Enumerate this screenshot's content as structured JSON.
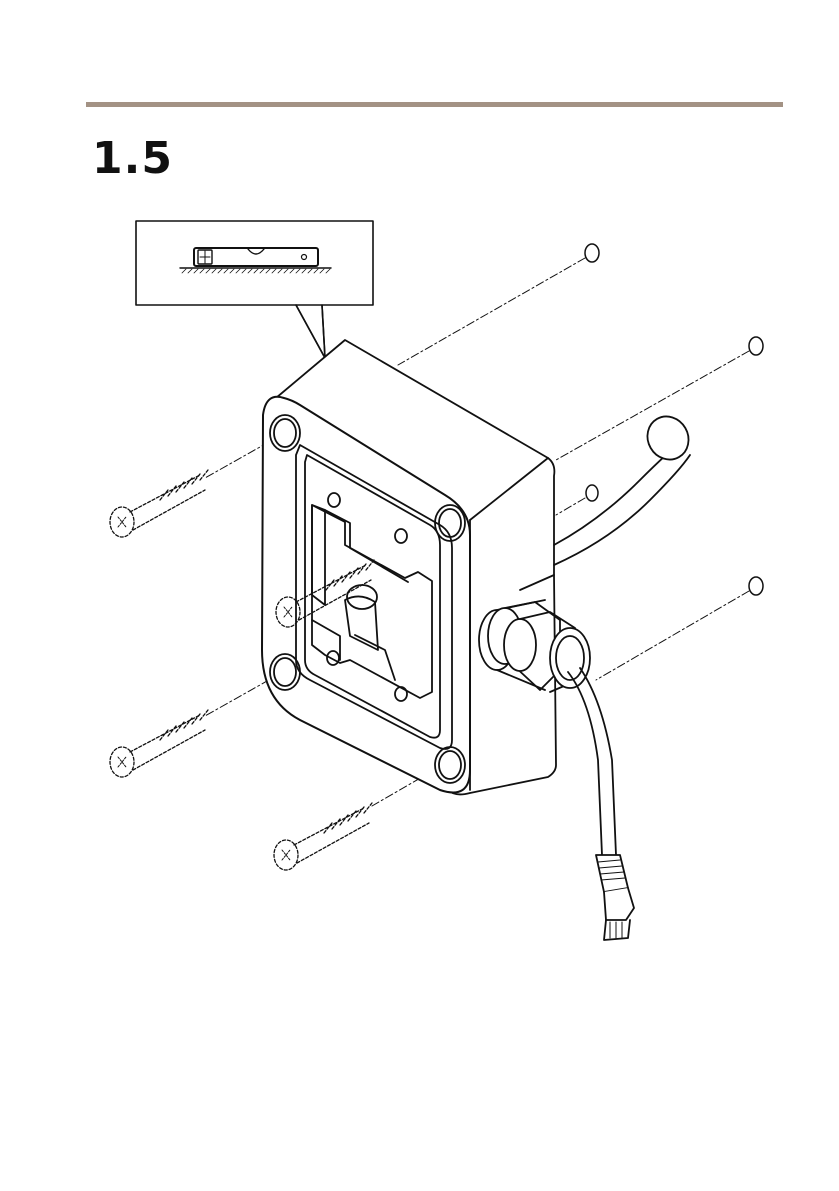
{
  "page": {
    "step_number": "1.5",
    "accent_color": "#a39284"
  },
  "illustration": {
    "subject": "wall-mount-box-with-cable-and-screws",
    "inset": "spirit-level-on-surface",
    "screw_count": 4,
    "cover_screw_count": 4
  }
}
